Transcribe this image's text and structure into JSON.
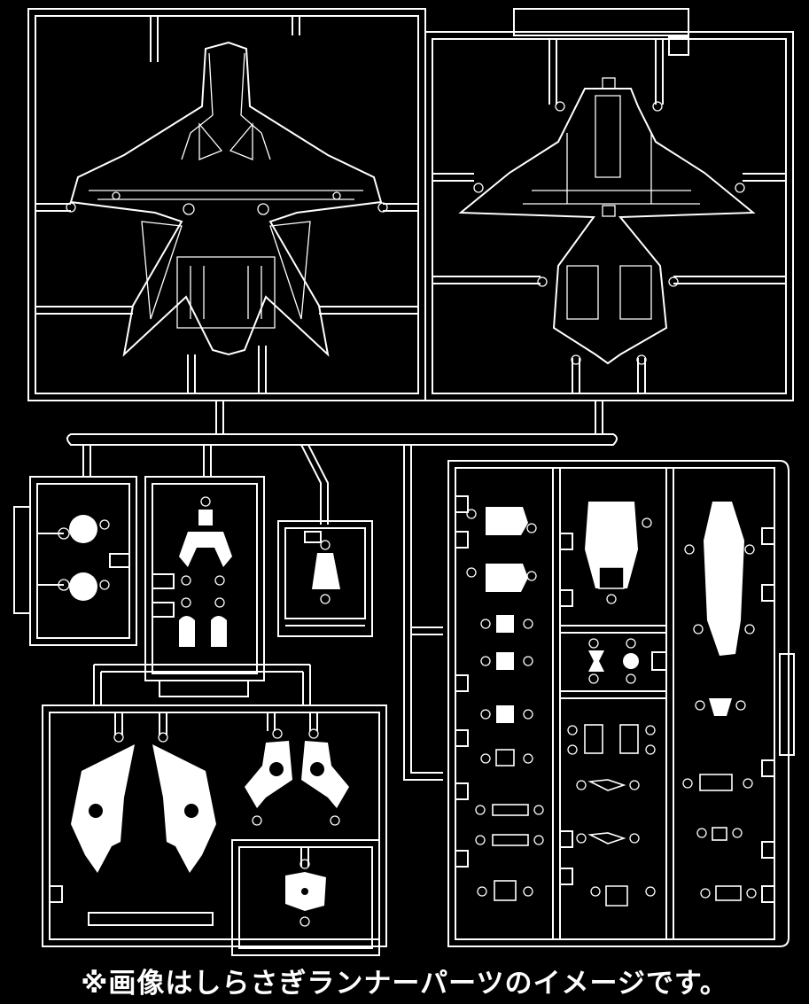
{
  "caption": "※画像はしらさぎランナーパーツのイメージです。",
  "colors": {
    "background": "#000000",
    "line": "#ffffff"
  },
  "figure": {
    "subject": "plastic model kit runner sprue line art",
    "parts": [
      "fighter-upper-hull",
      "fighter-lower-hull",
      "round-disc-pair",
      "claw-arm-assembly",
      "small-turret-part",
      "leg-armor-pair",
      "shoulder-armor-pair",
      "cube-connector-part",
      "canopy-cockpit-part",
      "engine-nacelle-part",
      "small-detail-parts"
    ]
  }
}
